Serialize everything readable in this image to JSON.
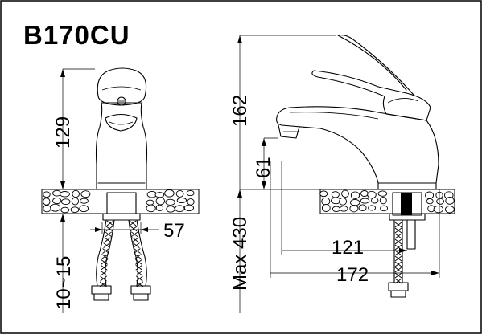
{
  "model": "B170CU",
  "front_view": {
    "dim_height_to_top": "129",
    "dim_hose_spacing": "57",
    "dim_hose_thread": "10~15"
  },
  "side_view": {
    "dim_total_height": "162",
    "dim_spout_height": "61",
    "dim_hose_length": "Max 430",
    "dim_spout_reach": "121",
    "dim_total_depth": "172"
  }
}
